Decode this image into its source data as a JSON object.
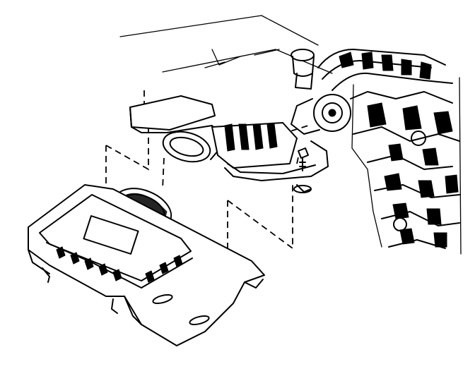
{
  "diagram": {
    "parts": [
      {
        "id": "air-cleaner-housing",
        "icon": "air-cleaner-housing-icon"
      },
      {
        "id": "air-filter-element",
        "icon": "air-filter-element-icon"
      },
      {
        "id": "air-inlet-duct",
        "icon": "air-inlet-duct-icon"
      },
      {
        "id": "air-outlet-duct",
        "icon": "air-outlet-duct-icon"
      },
      {
        "id": "retaining-bolt",
        "icon": "bolt-icon"
      },
      {
        "id": "engine-intake-manifold",
        "icon": "engine-icon"
      },
      {
        "id": "fender-outline",
        "icon": "fender-outline-icon"
      }
    ],
    "colors": {
      "line": "#000000",
      "background": "#ffffff"
    }
  }
}
